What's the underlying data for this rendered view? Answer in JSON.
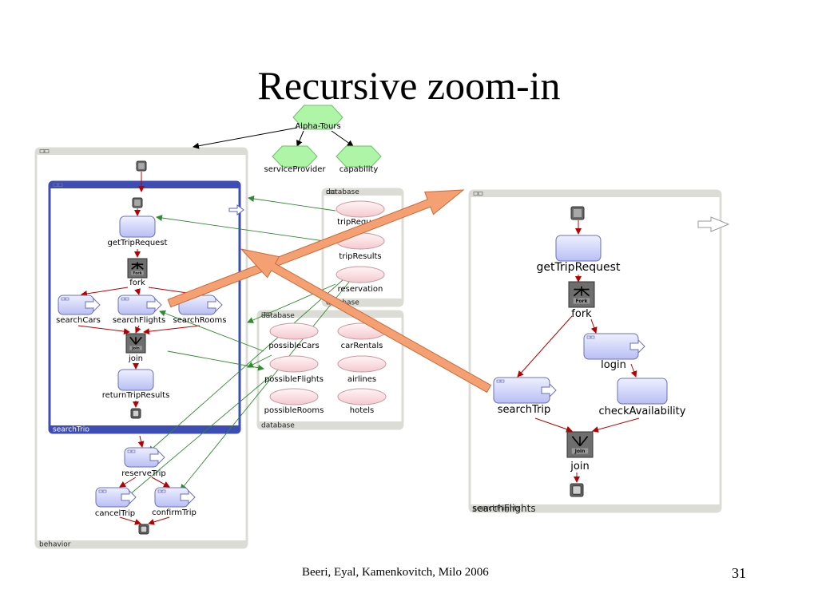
{
  "slide": {
    "title": "Recursive zoom-in",
    "footer": "Beeri, Eyal, Kamenkovitch, Milo  2006",
    "page_number": "31"
  },
  "top": {
    "root": "Alpha-Tours",
    "children": [
      "serviceProvider",
      "capability"
    ]
  },
  "behavior": {
    "label": "behavior",
    "inner": {
      "label": "searchTrip",
      "nodes": {
        "get": "getTripRequest",
        "fork": "fork",
        "cars": "searchCars",
        "flights": "searchFlights",
        "rooms": "searchRooms",
        "join": "join",
        "ret": "returnTripResults"
      }
    },
    "nodes": {
      "reserve": "reserveTrip",
      "cancel": "cancelTrip",
      "confirm": "confirmTrip"
    }
  },
  "db1": {
    "header": "database",
    "footer": "database",
    "items": [
      "tripRequest",
      "tripResults",
      "reservation"
    ]
  },
  "db2": {
    "header": "database",
    "footer": "database",
    "items": [
      "possibleCars",
      "carRentals",
      "possibleFlights",
      "airlines",
      "possibleRooms",
      "hotels"
    ]
  },
  "zoom": {
    "label": "searchFlights",
    "nodes": {
      "get": "getTripRequest",
      "fork": "fork",
      "login": "login",
      "search": "searchTrip",
      "check": "checkAvailability",
      "join": "join"
    }
  },
  "icons": {
    "fork_glyph": "Fork",
    "join_glyph": "Join"
  },
  "colors": {
    "activity": "#d4d8fb",
    "container": "#dcdcd6",
    "selected": "#3d4db5",
    "db_item": "#fbe3e6",
    "hexagon": "#aef5a8",
    "arrow_fill": "#f4a072",
    "flow_arrow": "#b80000",
    "data_line": "#2e8b2e"
  }
}
